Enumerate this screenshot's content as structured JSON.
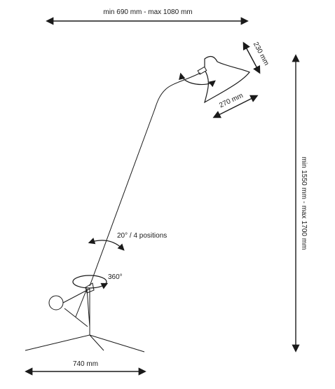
{
  "dimensions": {
    "width_range": "min 690 mm - max 1080 mm",
    "shade_height": "230 mm",
    "shade_width": "270 mm",
    "height_range": "min 1550 mm - max 1700 mm",
    "base_width": "740 mm",
    "arm_tilt": "20° / 4 positions",
    "rotation": "360°"
  }
}
